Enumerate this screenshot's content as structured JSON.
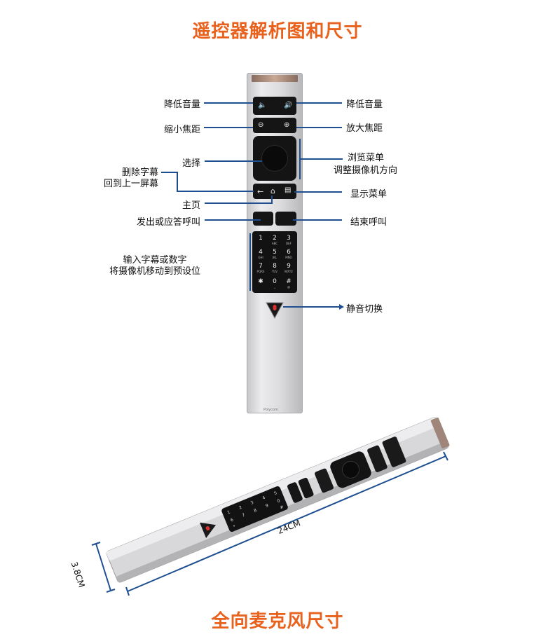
{
  "titles": {
    "top": "遥控器解析图和尺寸",
    "bottom": "全向麦克风尺寸"
  },
  "labels": {
    "volume_left": "降低音量",
    "volume_right": "降低音量",
    "zoom_left": "缩小焦距",
    "zoom_right": "放大焦距",
    "select": "选择",
    "browse_line1": "浏览菜单",
    "browse_line2": "调整摄像机方向",
    "delete_line1": "删除字幕",
    "delete_line2": "回到上一屏幕",
    "home": "主页",
    "show_menu": "显示菜单",
    "call": "发出或应答呼叫",
    "end_call": "结束呼叫",
    "keypad_line1": "输入字幕或数字",
    "keypad_line2": "将摄像机移动到预设位",
    "mute": "静音切换"
  },
  "keypad": [
    {
      "k": "1",
      "s": ""
    },
    {
      "k": "2",
      "s": "ABC"
    },
    {
      "k": "3",
      "s": "DEF"
    },
    {
      "k": "4",
      "s": "GHI"
    },
    {
      "k": "5",
      "s": "JKL"
    },
    {
      "k": "6",
      "s": "MNO"
    },
    {
      "k": "7",
      "s": "PQRS"
    },
    {
      "k": "8",
      "s": "TUV"
    },
    {
      "k": "9",
      "s": "WXYZ"
    },
    {
      "k": "✱",
      "s": ""
    },
    {
      "k": "0",
      "s": "⎵"
    },
    {
      "k": "#",
      "s": "@"
    }
  ],
  "dimensions": {
    "length": "24CM",
    "width": "3.8CM"
  },
  "logo_text": "Polycom",
  "colors": {
    "title": "#e8621e",
    "leader_line": "#1d4f91"
  },
  "icons": {
    "vol_down": "speaker-low-icon",
    "vol_up": "speaker-high-icon",
    "zoom_out": "zoom-out-icon",
    "zoom_in": "zoom-in-icon",
    "back": "back-arrow-icon",
    "home": "home-icon",
    "menu": "menu-icon",
    "mute": "mic-mute-icon"
  }
}
